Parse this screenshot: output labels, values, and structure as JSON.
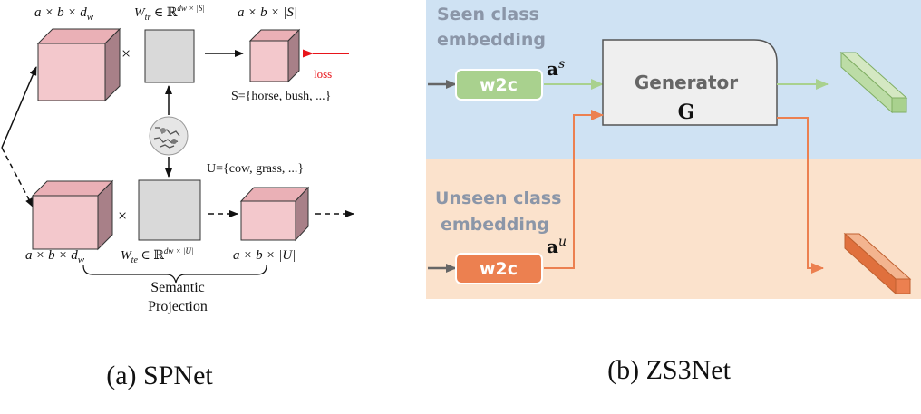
{
  "spnet": {
    "dims_top_left": "a × b × d",
    "dims_top_left_sub": "w",
    "wtr_prefix": "W",
    "wtr_sub": "tr",
    "wtr_in": " ∈ ℝ",
    "wtr_sup": "dw × |S|",
    "dims_top_right": "a × b × |S|",
    "multiply": "×",
    "loss": "loss",
    "seen_set": "S={horse, bush, ...}",
    "unseen_set": "U={cow, grass, ...}",
    "dims_bottom_left": "a × b × d",
    "dims_bottom_left_sub": "w",
    "wte_prefix": "W",
    "wte_sub": "te",
    "wte_in": " ∈ ℝ",
    "wte_sup": "dw × |U|",
    "dims_bottom_right": "a × b × |U|",
    "brace_label_line1": "Semantic",
    "brace_label_line2": "Projection",
    "caption": "(a) SPNet"
  },
  "zs3net": {
    "seen_line1": "Seen class",
    "seen_line2": "embedding",
    "unseen_line1": "Unseen class",
    "unseen_line2": "embedding",
    "w2c_seen": "w2c",
    "w2c_unseen": "w2c",
    "a_seen": "a",
    "a_seen_sup": "s",
    "a_unseen": "a",
    "a_unseen_sup": "u",
    "generator_label": "Generator",
    "generator_symbol": "G",
    "caption": "(b) ZS3Net"
  },
  "colors": {
    "cube_pink": "#f3c8cc",
    "matrix_gray": "#d9d9d9",
    "loss_red": "#e8141a",
    "seen_bg": "#cfe2f3",
    "unseen_bg": "#fbe2cc",
    "w2c_green": "#a9d18e",
    "w2c_orange": "#ec8050",
    "arrow_green": "#a9d18e",
    "arrow_orange": "#ec8050"
  }
}
